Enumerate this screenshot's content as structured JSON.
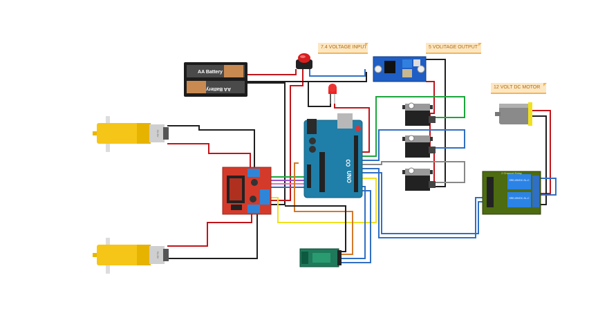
{
  "notes": {
    "input": "7.4 VOLTAGE INPUT",
    "output": "5 VOLITAGE OUTPUT",
    "motor": "12 VOLT DC MOTOR"
  },
  "battery": {
    "label_top": "AA Battery",
    "label_bottom": "AA Battery"
  },
  "arduino": {
    "brand": "UNO",
    "logo": "∞"
  },
  "gear_motor_label": "3V-6V",
  "relay": {
    "title": "2 Channel Relay",
    "text": "SRD-05VDC-SL-C"
  },
  "wire_colors": {
    "red": "#c0141a",
    "black": "#1e1e1e",
    "blue": "#2f6fc4",
    "green": "#1aa63a",
    "yellow": "#f1e11d",
    "orange": "#d4782a",
    "grey": "#888888"
  }
}
